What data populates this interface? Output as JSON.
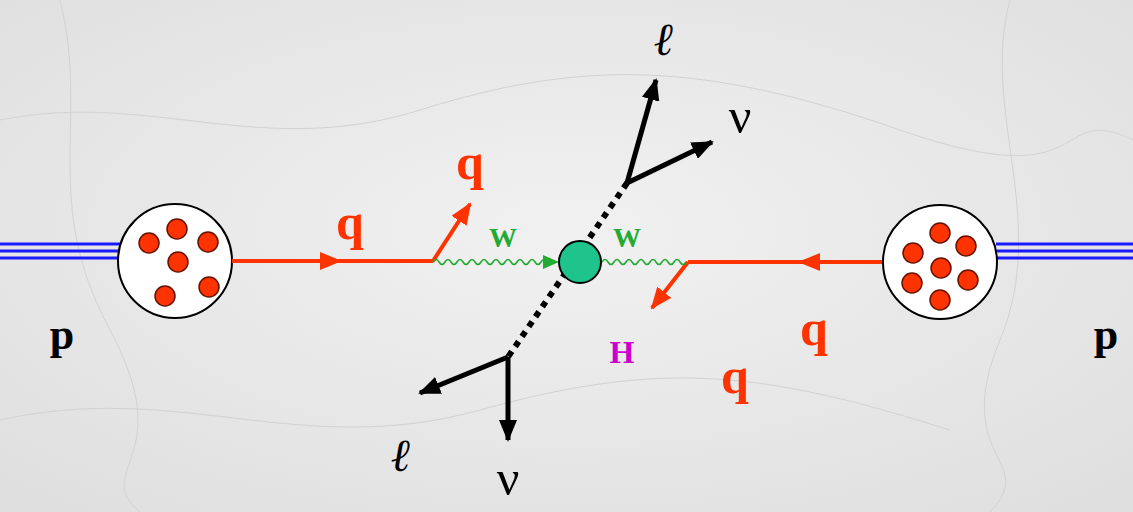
{
  "diagram": {
    "labels": [
      "ℓ",
      "ν",
      "q",
      "q",
      "W",
      "W",
      "p",
      "H",
      "q",
      "q",
      "p",
      "ℓ",
      "ν"
    ]
  }
}
